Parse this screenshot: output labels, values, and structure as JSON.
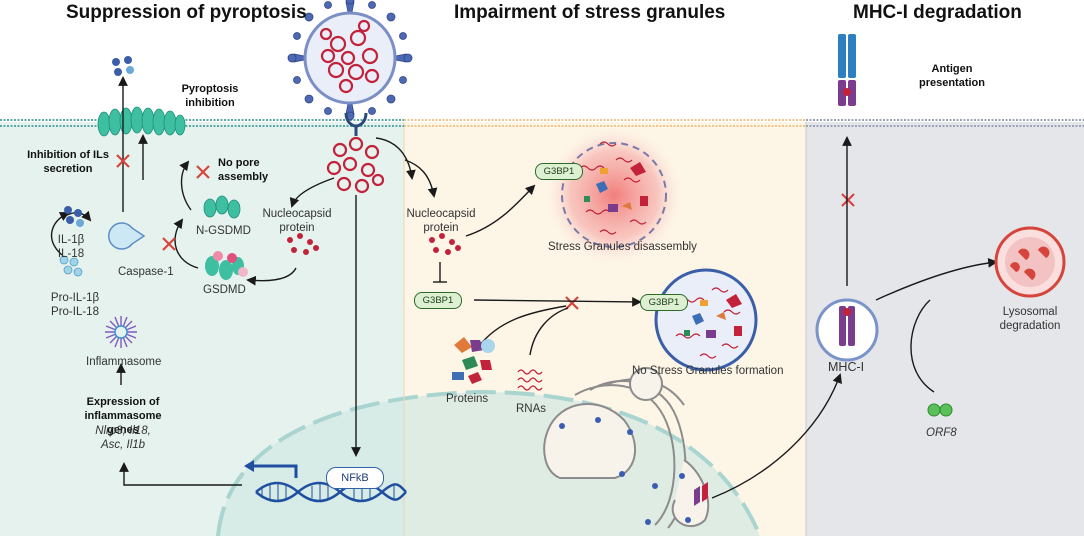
{
  "titles": {
    "pyroptosis": "Suppression of pyroptosis",
    "stress_granules": "Impairment of stress granules",
    "mhc": "MHC-I degradation"
  },
  "pyroptosis": {
    "pyroptosis_inhibition": "Pyroptosis\ninhibition",
    "inhibition_ils": "Inhibition of ILs\nsecretion",
    "no_pore": "No pore\nassembly",
    "nucleocapsid": "Nucleocapsid\nprotein",
    "il": "IL-1β\nIL-18",
    "n_gsdmd": "N-GSDMD",
    "caspase": "Caspase-1",
    "gsdmd": "GSDMD",
    "pro_il": "Pro-IL-1β\nPro-IL-18",
    "inflammasome": "Inflammasome",
    "expression": "Expression of\ninflammasome genes",
    "genes": "Nlrp3, Il18,\nAsc, Il1b",
    "nfkb": "NFkB"
  },
  "stress": {
    "nucleocapsid": "Nucleocapsid\nprotein",
    "g3bp1_top": "G3BP1",
    "disassembly": "Stress Granules disassembly",
    "g3bp1_mid": "G3BP1",
    "g3bp1_right": "G3BP1",
    "no_formation": "No Stress Granules formation",
    "proteins": "Proteins",
    "rnas": "RNAs"
  },
  "mhc": {
    "antigen": "Antigen\npresentation",
    "lysosomal": "Lysosomal\ndegradation",
    "mhc_i": "MHC-I",
    "orf8": "ORF8"
  },
  "colors": {
    "panel_left": "#e6f2ee",
    "panel_mid": "#fdf5e6",
    "panel_right": "#e4e6ea",
    "inhibit_x": "#d6453c",
    "virus_red": "#c2233b",
    "spike_blue": "#5b73b8",
    "dna_blue": "#1f4fa0"
  }
}
